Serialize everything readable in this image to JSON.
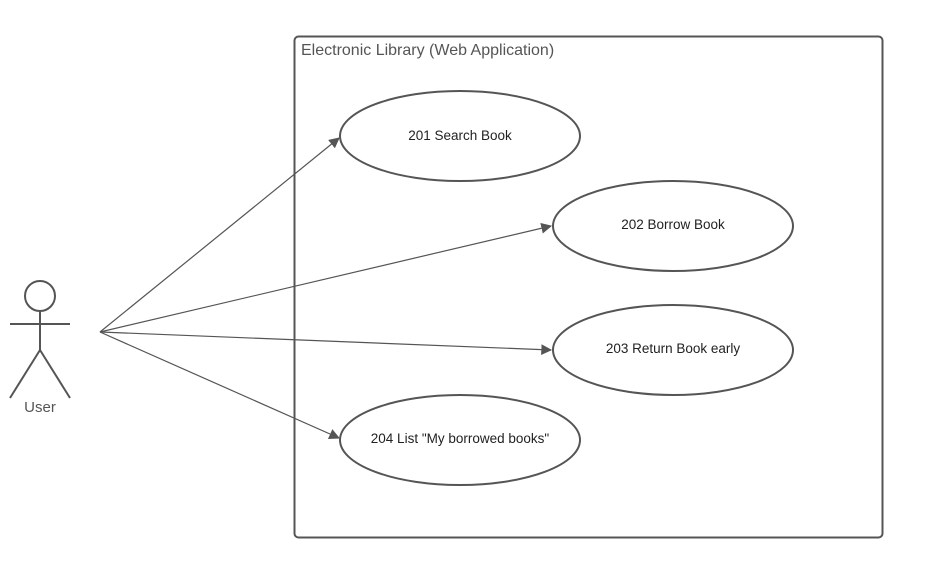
{
  "system": {
    "title": "Electronic Library (Web Application)"
  },
  "actor": {
    "label": "User"
  },
  "use_cases": [
    {
      "label": "201 Search Book"
    },
    {
      "label": "202 Borrow Book"
    },
    {
      "label": "203 Return Book early"
    },
    {
      "label": "204 List \"My borrowed books\""
    }
  ],
  "colors": {
    "stroke": "#555555",
    "text": "#222222",
    "background": "#ffffff"
  }
}
